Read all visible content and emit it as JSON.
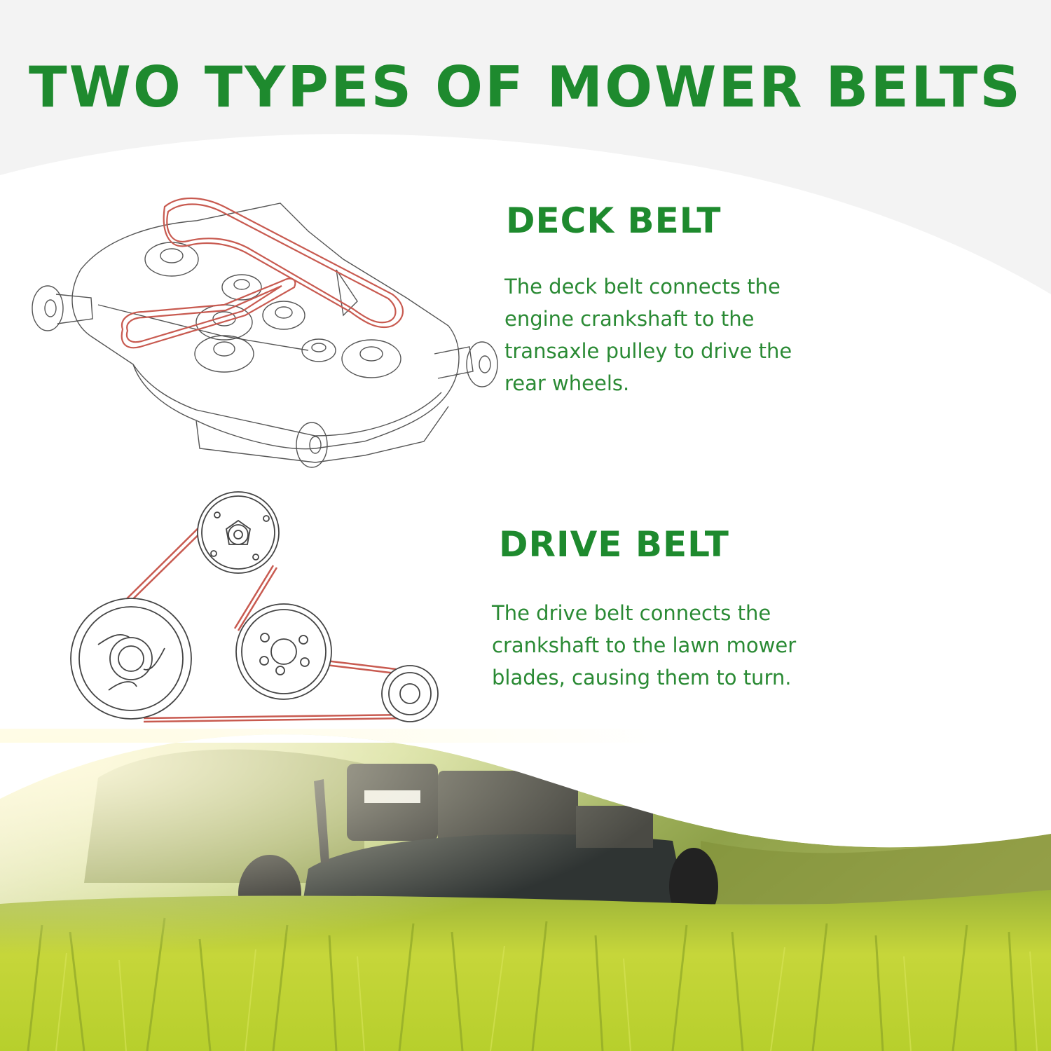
{
  "title": "TWO TYPES OF MOWER BELTS",
  "sections": [
    {
      "heading": "DECK BELT",
      "text": "The deck belt connects the engine crankshaft to the transaxle pulley to drive the rear wheels."
    },
    {
      "heading": "DRIVE BELT",
      "text": "The drive belt connects the crankshaft to the lawn mower blades, causing them to turn."
    }
  ],
  "colors": {
    "accent_green": "#1e8a2e",
    "text_green": "#2a8a34",
    "belt_red": "#c85a50",
    "top_band": "#f3f3f3"
  },
  "images": {
    "deck_diagram": "mower-deck-belt-line-drawing",
    "drive_diagram": "drive-belt-pulley-line-drawing",
    "photo": "lawn-mower-on-sunlit-grass"
  }
}
